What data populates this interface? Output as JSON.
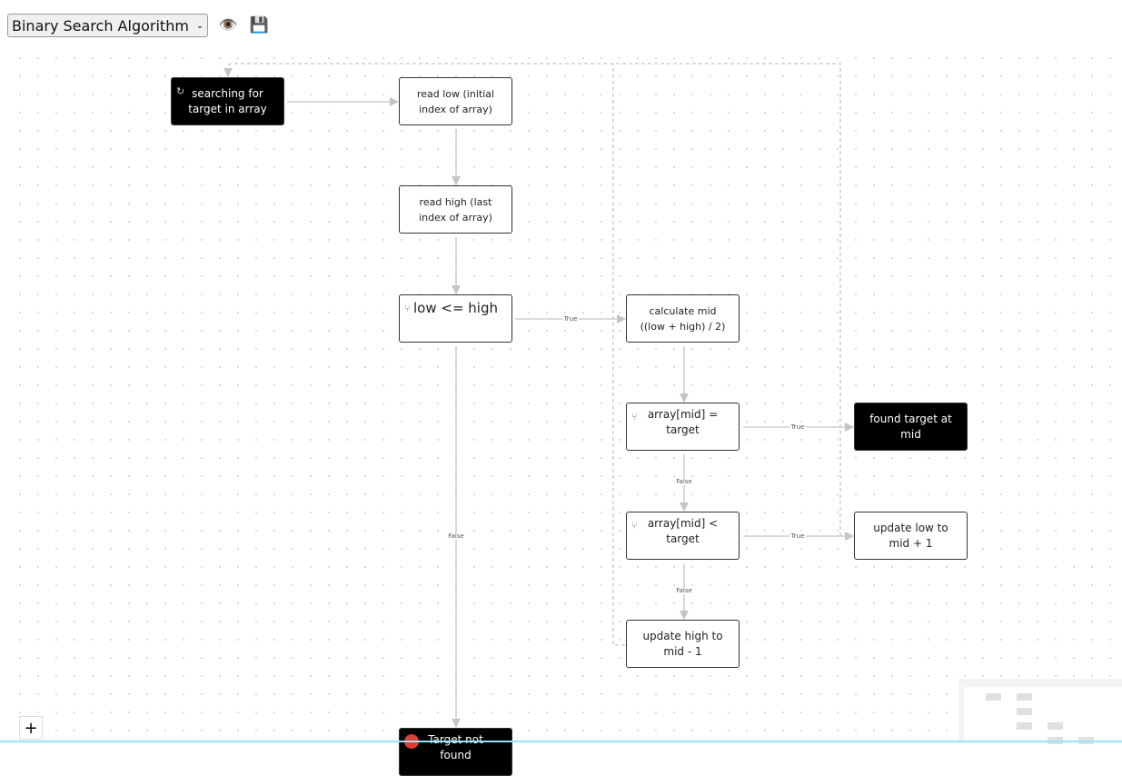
{
  "toolbar": {
    "selected_diagram": "Binary Search Algorithm",
    "preview_icon": "eye-icon",
    "save_icon": "floppy-disk-icon",
    "preview_glyph": "👁️",
    "save_glyph": "💾"
  },
  "nodes": {
    "start": "searching for target in array",
    "read_low": "read low (initial index of array)",
    "read_high": "read high (last index of array)",
    "cond_low_high": "low <= high",
    "calc_mid": "calculate mid ((low + high) / 2)",
    "cond_equal": "array[mid] = target",
    "found": "found target at mid",
    "cond_less": "array[mid] < target",
    "update_low": "update low to mid + 1",
    "update_high": "update high to mid - 1",
    "not_found": "Target not found"
  },
  "edge_labels": {
    "true": "True",
    "false": "False"
  },
  "controls": {
    "zoom_in": "+"
  },
  "colors": {
    "terminal_node": "#000000",
    "edge": "#c8c3c3",
    "not_found_marker": "#e53935"
  }
}
